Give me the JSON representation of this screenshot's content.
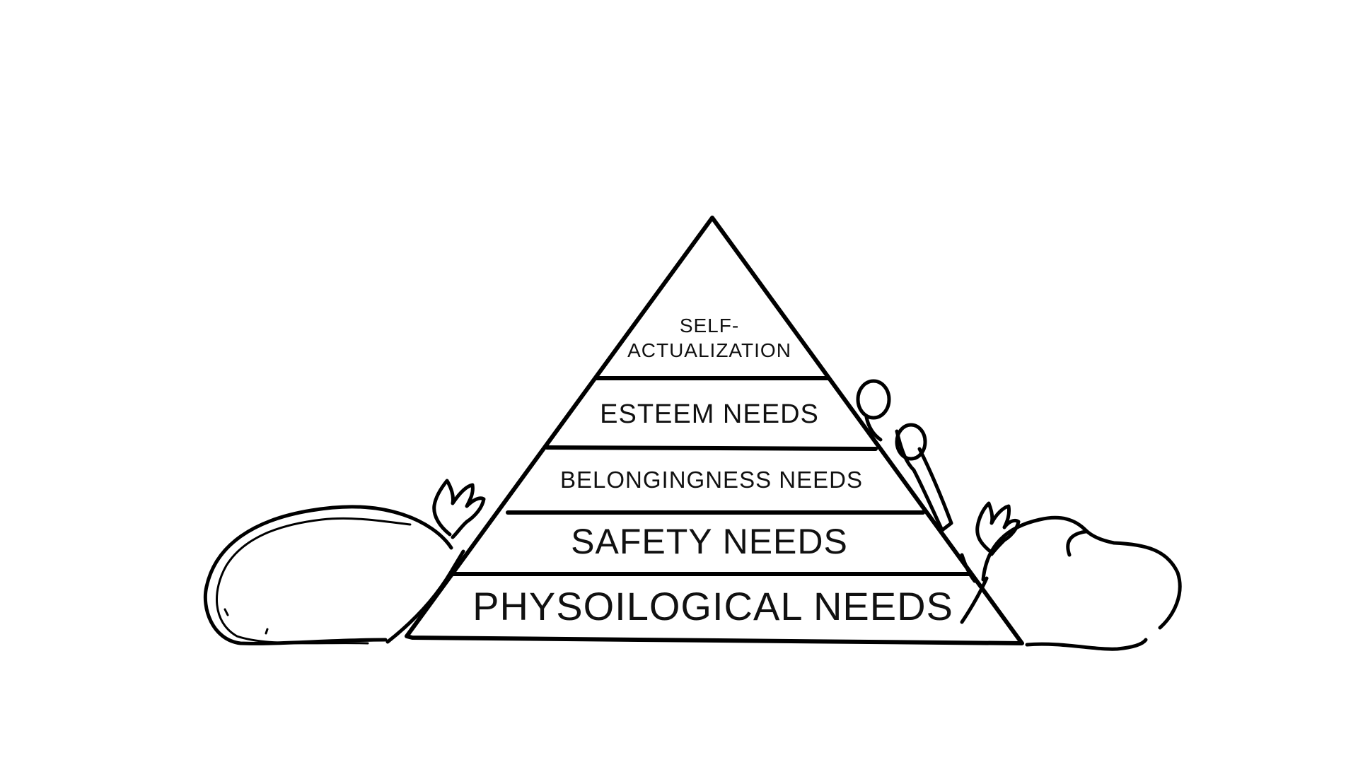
{
  "diagram": {
    "levels": [
      {
        "id": "self-actualization",
        "lines": [
          "SELF-",
          "ACTUALIZATION"
        ]
      },
      {
        "id": "esteem",
        "lines": [
          "ESTEEM NEEDS"
        ]
      },
      {
        "id": "belongingness",
        "lines": [
          "BELONGINGNESS NEEDS"
        ]
      },
      {
        "id": "safety",
        "lines": [
          "SAFETY NEEDS"
        ]
      },
      {
        "id": "physiological",
        "lines": [
          "PHYSOILOGICAL NEEDS"
        ]
      }
    ]
  },
  "colors": {
    "ink": "#000000",
    "background": "#ffffff"
  }
}
